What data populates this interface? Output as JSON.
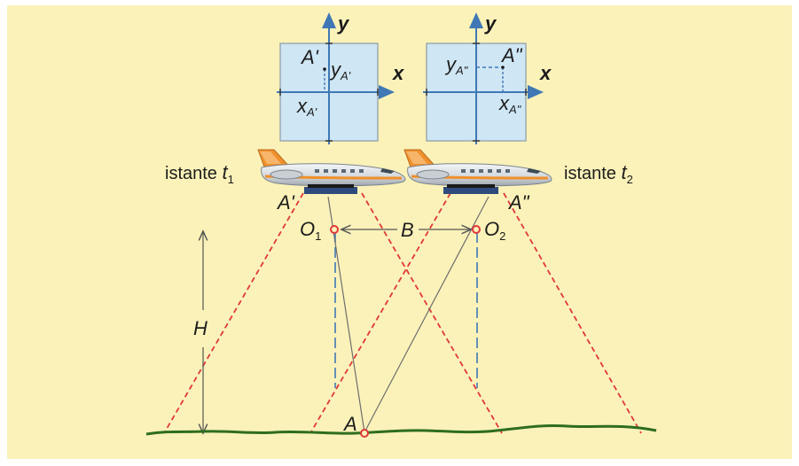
{
  "colors": {
    "background": "#fbf2b9",
    "frame": "#ffffff",
    "photo_fill": "#cfe6f4",
    "photo_border": "#8a9aa6",
    "axis_blue": "#3f78b5",
    "ray_red": "#e0383c",
    "ground_green": "#2e6d1e",
    "text": "#1c1c1c"
  },
  "photo_left": {
    "axis_x": "x",
    "axis_y": "y",
    "point": "A'",
    "coord_y_main": "y",
    "coord_y_sub": "A'",
    "coord_x_main": "x",
    "coord_x_sub": "A'"
  },
  "photo_right": {
    "axis_x": "x",
    "axis_y": "y",
    "point": "A\"",
    "coord_y_main": "y",
    "coord_y_sub": "A\"",
    "coord_x_main": "x",
    "coord_x_sub": "A\""
  },
  "left_station": {
    "instant_text": "istante ",
    "instant_var": "t",
    "instant_sub": "1",
    "image_point": "A'",
    "center_main": "O",
    "center_sub": "1"
  },
  "right_station": {
    "instant_text": "istante ",
    "instant_var": "t",
    "instant_sub": "2",
    "image_point": "A\"",
    "center_main": "O",
    "center_sub": "2"
  },
  "baseline_label": "B",
  "height_label": "H",
  "ground_point": "A",
  "icons": [
    "airplane-icon",
    "airplane-icon"
  ]
}
